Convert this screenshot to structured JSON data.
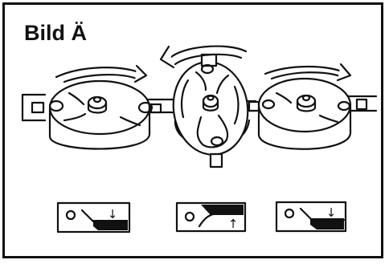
{
  "figure": {
    "title": "Bild Ä",
    "line_color": "#111111",
    "background": "#ffffff"
  },
  "discs": [
    {
      "name": "left-disc",
      "rotation_arrow": "clockwise"
    },
    {
      "name": "middle-disc",
      "rotation_arrow": "counterclockwise"
    },
    {
      "name": "right-disc",
      "rotation_arrow": "clockwise"
    }
  ],
  "indicators": [
    {
      "name": "left-indicator",
      "arrow": "down",
      "glyph": "↓"
    },
    {
      "name": "middle-indicator",
      "arrow": "up",
      "glyph": "↑"
    },
    {
      "name": "right-indicator",
      "arrow": "down",
      "glyph": "↓"
    }
  ]
}
